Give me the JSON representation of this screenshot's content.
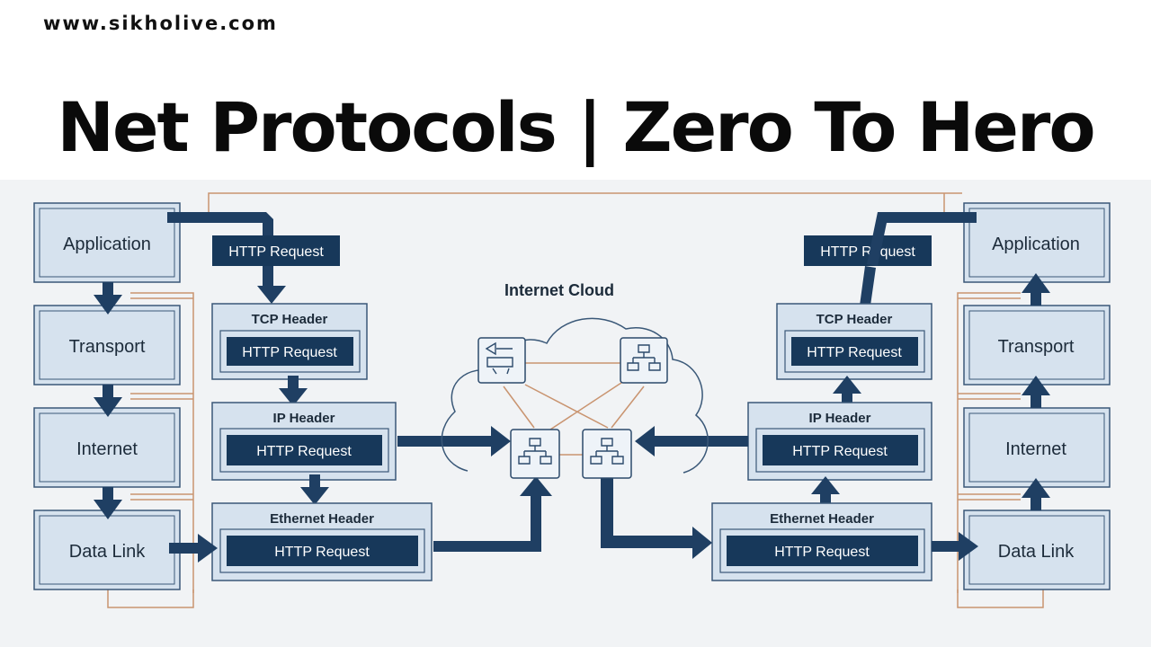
{
  "header": {
    "site_url": "www.sikholive.com",
    "title": "Net Protocols |  Zero To Hero"
  },
  "diagram": {
    "cloud_label": "Internet Cloud",
    "left_stack": {
      "application": "Application",
      "transport": "Transport",
      "internet": "Internet",
      "data_link": "Data Link"
    },
    "right_stack": {
      "application": "Application",
      "transport": "Transport",
      "internet": "Internet",
      "data_link": "Data Link"
    },
    "left_packets": {
      "http_request": "HTTP Request",
      "tcp_header": "TCP Header",
      "tcp_payload": "HTTP Request",
      "ip_header": "IP Header",
      "ip_payload": "HTTP Request",
      "ethernet_header": "Ethernet Header",
      "ethernet_payload": "HTTP Request"
    },
    "right_packets": {
      "http_request": "HTTP Request",
      "tcp_header": "TCP Header",
      "tcp_payload": "HTTP Request",
      "ip_header": "IP Header",
      "ip_payload": "HTTP Request",
      "ethernet_header": "Ethernet Header",
      "ethernet_payload": "HTTP Request"
    },
    "icons": {
      "cloud_node_top_left": "camera-router-icon",
      "cloud_node_top_right": "network-hierarchy-icon",
      "cloud_node_bottom_left": "network-hierarchy-icon",
      "cloud_node_bottom_right": "network-hierarchy-icon"
    },
    "colors": {
      "box_fill": "#d6e2ee",
      "payload_fill": "#17385a",
      "arrow": "#1f3f63",
      "link": "#c99470"
    }
  }
}
